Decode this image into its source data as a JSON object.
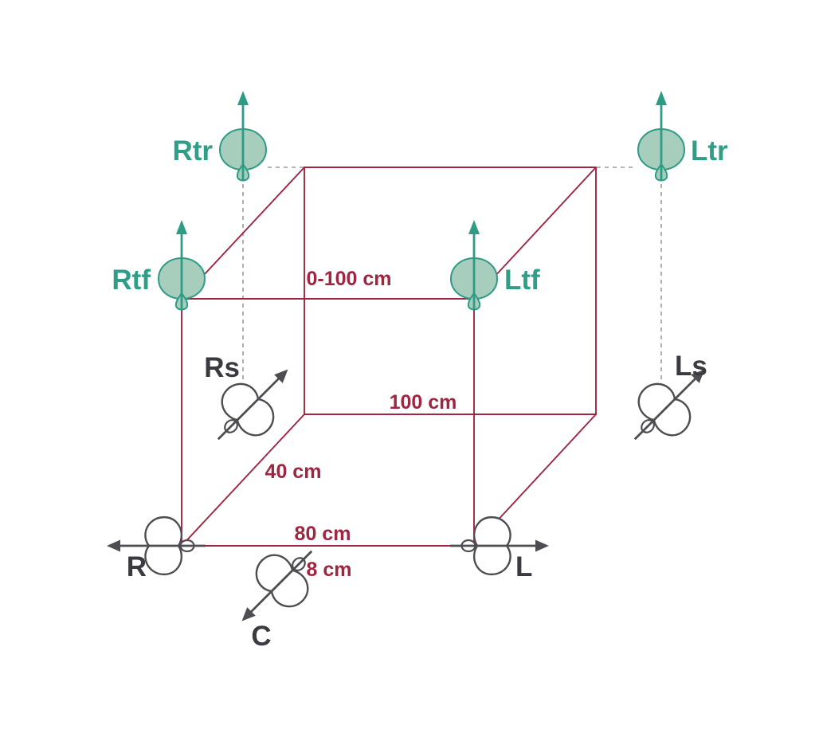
{
  "colors": {
    "background": "#FFFFFF",
    "line_red": "#9F2540",
    "dashed_gray": "#9A9A9A",
    "mic_green_fill": "#A7CDBD",
    "mic_green_stroke": "#2E9B84",
    "label_green": "#2F9E86",
    "mic_gray_stroke": "#4D4D52",
    "label_gray": "#3A3A40"
  },
  "mics": {
    "rtr": {
      "label": "Rtr"
    },
    "ltr": {
      "label": "Ltr"
    },
    "rtf": {
      "label": "Rtf"
    },
    "ltf": {
      "label": "Ltf"
    },
    "rs": {
      "label": "Rs"
    },
    "ls": {
      "label": "Ls"
    },
    "r": {
      "label": "R"
    },
    "l": {
      "label": "L"
    },
    "c": {
      "label": "C"
    }
  },
  "dimensions": {
    "top_layer_height": "0-100 cm",
    "rear_width": "100 cm",
    "layer_depth": "40 cm",
    "front_width": "80 cm",
    "center_mic_offset": "8 cm"
  }
}
